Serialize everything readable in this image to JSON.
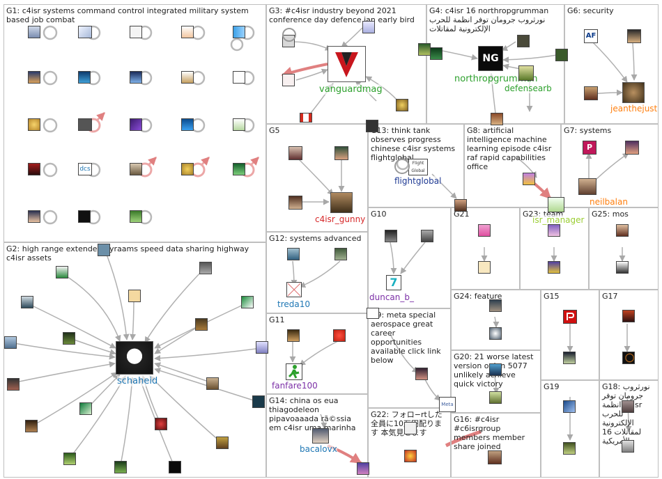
{
  "groups": [
    {
      "id": "g1",
      "title": "G1: c4isr systems command control integrated military system based job combat"
    },
    {
      "id": "g2",
      "title": "G2: high range extended byraams speed data sharing highway c4isr assets"
    },
    {
      "id": "g3",
      "title": "G3: #c4isr industry beyond 2021 conference day defence jan early bird"
    },
    {
      "id": "g4",
      "title": "G4: c4isr 16 northropgrumman نورثروب جرومان توفر انظمة للحرب الإلكترونية لمقاتلات"
    },
    {
      "id": "g5",
      "title": "G5"
    },
    {
      "id": "g6",
      "title": "G6: security"
    },
    {
      "id": "g7",
      "title": "G7: systems"
    },
    {
      "id": "g8",
      "title": "G8: artificial intelligence machine learning episode c4isr raf rapid capabilities office"
    },
    {
      "id": "g9",
      "title": "G9: meta special aerospace great career opportunities available click link below"
    },
    {
      "id": "g10",
      "title": "G10"
    },
    {
      "id": "g11",
      "title": "G11"
    },
    {
      "id": "g12",
      "title": "G12: systems advanced"
    },
    {
      "id": "g13",
      "title": "G13: think tank observes progress chinese c4isr systems flightglobal"
    },
    {
      "id": "g14",
      "title": "G14: china os eua thiagodeleon pipavoaaada rã©ssia em c4isr uma marinha"
    },
    {
      "id": "g15",
      "title": "G15"
    },
    {
      "id": "g16",
      "title": "G16: #c4isr #c6isrgroup members member share joined"
    },
    {
      "id": "g17",
      "title": "G17"
    },
    {
      "id": "g18",
      "title": "G18: نورثروب جرومان توفر انظمة c4isr للحرب الإلكترونية لمقاتلات 16 الأمريكية"
    },
    {
      "id": "g19",
      "title": "G19"
    },
    {
      "id": "g20",
      "title": "G20: 21 worse latest version oplan 5077 unlikely achieve quick victory"
    },
    {
      "id": "g21",
      "title": "G21"
    },
    {
      "id": "g22",
      "title": "G22: フォロ−rtした全員に10万円配ります 本気見せます"
    },
    {
      "id": "g23",
      "title": "G23: team"
    },
    {
      "id": "g24",
      "title": "G24: feature"
    },
    {
      "id": "g25",
      "title": "G25: mos"
    }
  ],
  "labels": {
    "schaheid": "schaheid",
    "vanguardmag": "vanguardmag",
    "northropgrumman": "northropgrumman",
    "defensearb": "defensearb",
    "jeanthejust": "jeanthejust",
    "c4isr_gunny": "c4isr_gunny",
    "flightglobal": "flightglobal",
    "neilbalan": "neilbalan",
    "isr_manager": "isr_manager",
    "treda10": "treda10",
    "duncan_b_": "duncan_b_",
    "fanfare100": "fanfare100",
    "bacalovx": "bacalovx"
  },
  "node_text": {
    "dcs": "dcs",
    "ng": "NG",
    "flight_logo": "Flight Global",
    "meta": "Meta",
    "af": "AF",
    "p": "P",
    "duncan_7": "7"
  },
  "colors": {
    "edge": "#b8b8b8",
    "edge_strong": "#e08080",
    "group_border": "#bfbfbf",
    "label_blue": "#1f77b4",
    "label_green": "#2ca02c",
    "label_red": "#d62728",
    "label_orange": "#ff7f0e",
    "label_purple": "#7b2fa6",
    "label_lime": "#9acd32",
    "label_navy": "#1f3a93"
  }
}
